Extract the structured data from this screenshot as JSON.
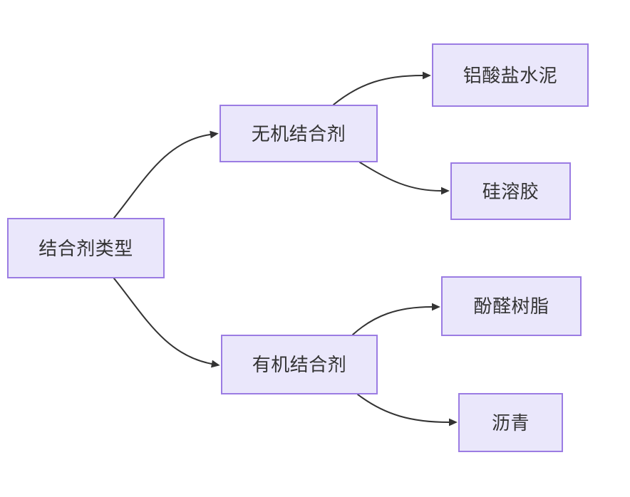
{
  "diagram": {
    "type": "flowchart-left-to-right",
    "colors": {
      "background": "#ffffff",
      "node_fill": "#eae7fb",
      "node_border": "#9b7ce3",
      "edge_stroke": "#333333",
      "text": "#333333"
    },
    "nodes": [
      {
        "id": "root",
        "label": "结合剂类型"
      },
      {
        "id": "inorganic",
        "label": "无机结合剂"
      },
      {
        "id": "aluminate",
        "label": "铝酸盐水泥"
      },
      {
        "id": "silica",
        "label": "硅溶胶"
      },
      {
        "id": "organic",
        "label": "有机结合剂"
      },
      {
        "id": "phenolic",
        "label": "酚醛树脂"
      },
      {
        "id": "asphalt",
        "label": "沥青"
      }
    ],
    "edges": [
      {
        "from": "root",
        "to": "inorganic"
      },
      {
        "from": "root",
        "to": "organic"
      },
      {
        "from": "inorganic",
        "to": "aluminate"
      },
      {
        "from": "inorganic",
        "to": "silica"
      },
      {
        "from": "organic",
        "to": "phenolic"
      },
      {
        "from": "organic",
        "to": "asphalt"
      }
    ]
  }
}
